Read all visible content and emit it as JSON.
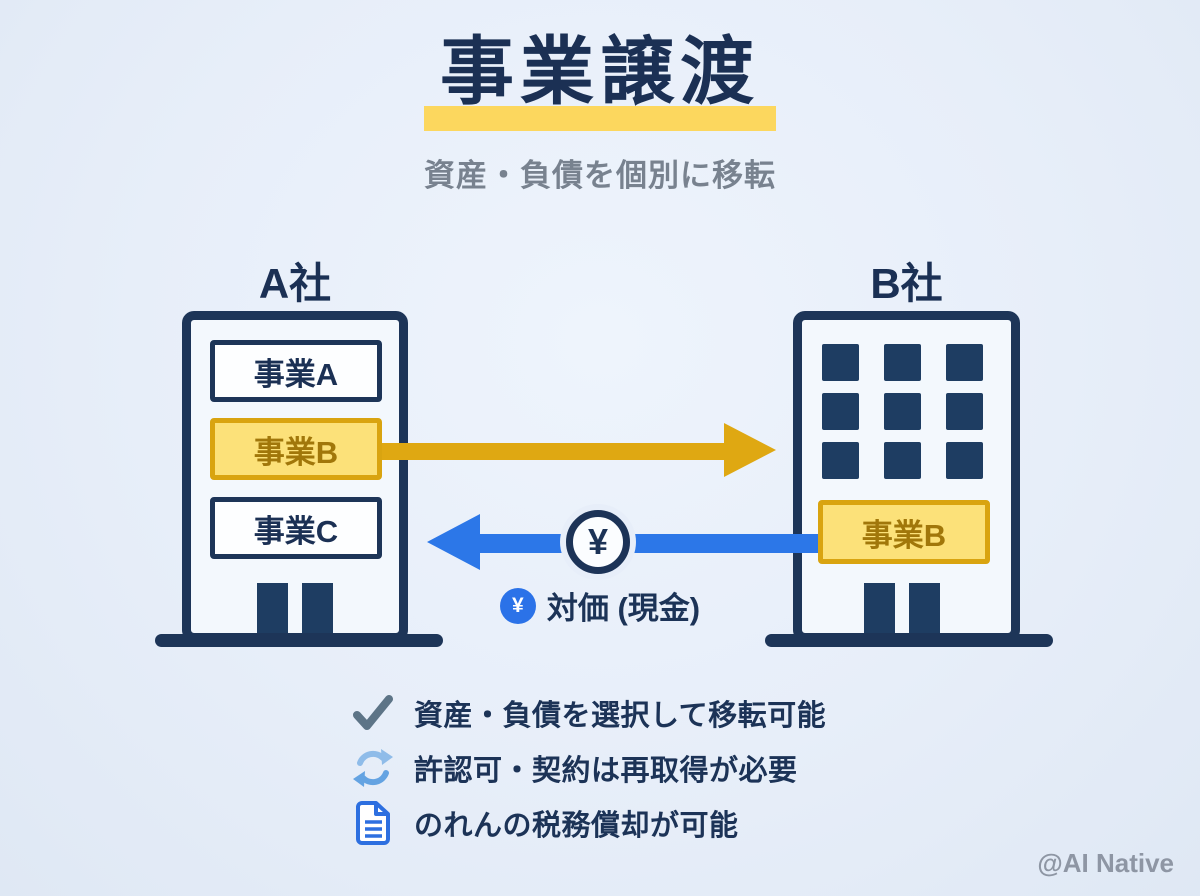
{
  "header": {
    "title": "事業譲渡",
    "subtitle": "資産・負債を個別に移転"
  },
  "company_a": {
    "name": "A社",
    "units": [
      {
        "label": "事業A",
        "highlighted": false
      },
      {
        "label": "事業B",
        "highlighted": true
      },
      {
        "label": "事業C",
        "highlighted": false
      }
    ]
  },
  "company_b": {
    "name": "B社",
    "transferred_unit": {
      "label": "事業B"
    }
  },
  "payment": {
    "coin_symbol": "¥",
    "badge_symbol": "¥",
    "label": "対価 (現金)"
  },
  "notes": [
    {
      "icon": "check-icon",
      "text": "資産・負債を選択して移転可能"
    },
    {
      "icon": "refresh-icon",
      "text": "許認可・契約は再取得が必要"
    },
    {
      "icon": "document-icon",
      "text": "のれんの税務償却が可能"
    }
  ],
  "watermark": "@AI Native",
  "colors": {
    "navy": "#1c3357",
    "background": "#e7eef9",
    "title_highlight": "#fcd75e",
    "transfer_arrow_gold": "#dfa812",
    "payment_arrow_blue": "#2c77e8",
    "badge_blue": "#2b72e8",
    "unit_yellow_fill": "#fce179",
    "unit_yellow_border": "#d9a410",
    "unit_yellow_text": "#a1770a",
    "subtitle_gray": "#78828f"
  }
}
